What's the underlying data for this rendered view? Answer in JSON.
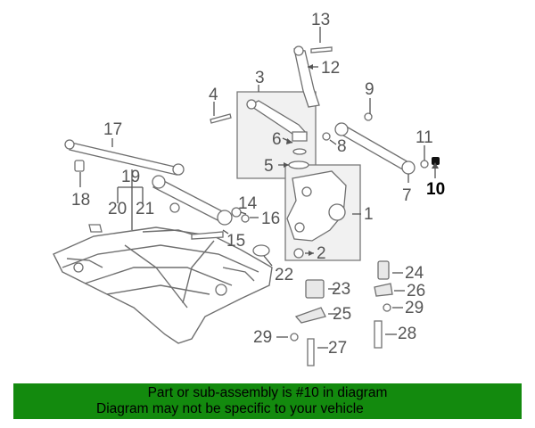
{
  "diagram": {
    "callouts": [
      "1",
      "2",
      "3",
      "4",
      "5",
      "6",
      "7",
      "8",
      "9",
      "10",
      "11",
      "12",
      "13",
      "14",
      "15",
      "16",
      "17",
      "18",
      "19",
      "20",
      "21",
      "22",
      "23",
      "24",
      "25",
      "26",
      "27",
      "28",
      "29"
    ],
    "highlighted_part": "10"
  },
  "banner": {
    "line1": "Part or sub-assembly is #10 in diagram",
    "line2": "Diagram may not be specific to your vehicle",
    "background_color": "#138a0e"
  }
}
